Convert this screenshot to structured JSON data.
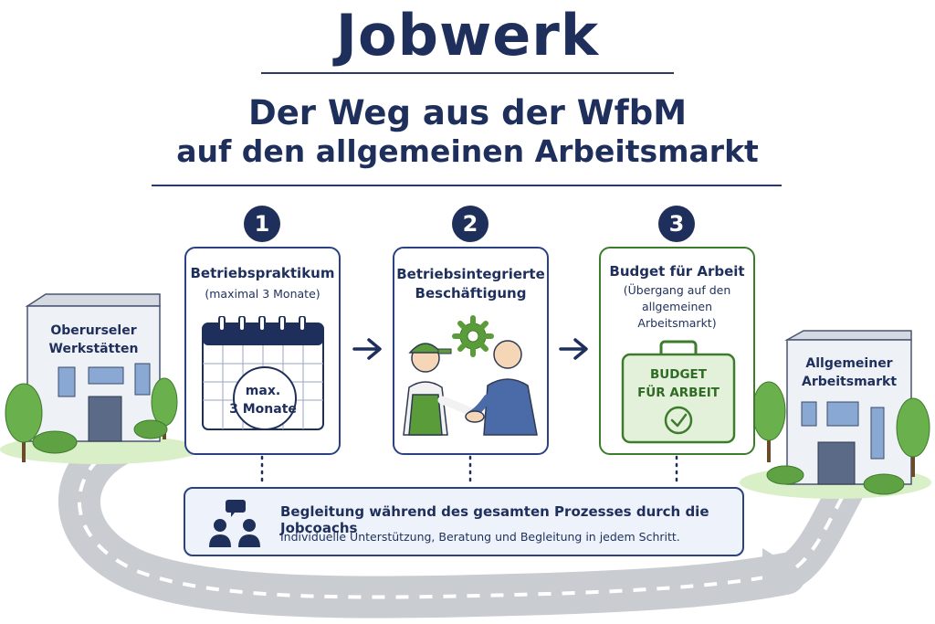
{
  "title": "Jobwerk",
  "subtitle_line1": "Der Weg aus der WfbM",
  "subtitle_line2": "auf den allgemeinen Arbeitsmarkt",
  "start_building": {
    "line1": "Oberurseler",
    "line2": "Werkstätten"
  },
  "end_building": {
    "line1": "Allgemeiner",
    "line2": "Arbeitsmarkt"
  },
  "steps": [
    {
      "number": "1",
      "title": "Betriebspraktikum",
      "sub1": "(maximal 3 Monate)",
      "badge_line1": "max.",
      "badge_line2": "3 Monate",
      "icon": "calendar-icon"
    },
    {
      "number": "2",
      "title_line1": "Betriebsintegrierte",
      "title_line2": "Beschäftigung",
      "icon": "handshake-icon"
    },
    {
      "number": "3",
      "title": "Budget für Arbeit",
      "sub1": "(Übergang auf den",
      "sub2": "allgemeinen",
      "sub3": "Arbeitsmarkt)",
      "badge_line1": "BUDGET",
      "badge_line2": "FÜR ARBEIT",
      "icon": "briefcase-icon"
    }
  ],
  "support": {
    "title": "Begleitung während des gesamten Prozesses durch die Jobcoachs",
    "text": "Individuelle Unterstützung, Beratung und Begleitung in jedem Schritt.",
    "icon": "coaches-icon"
  },
  "colors": {
    "navy": "#1f2f5c",
    "border_blue": "#2a4282",
    "green": "#3d7c2c",
    "road": "#c9ccd1"
  }
}
